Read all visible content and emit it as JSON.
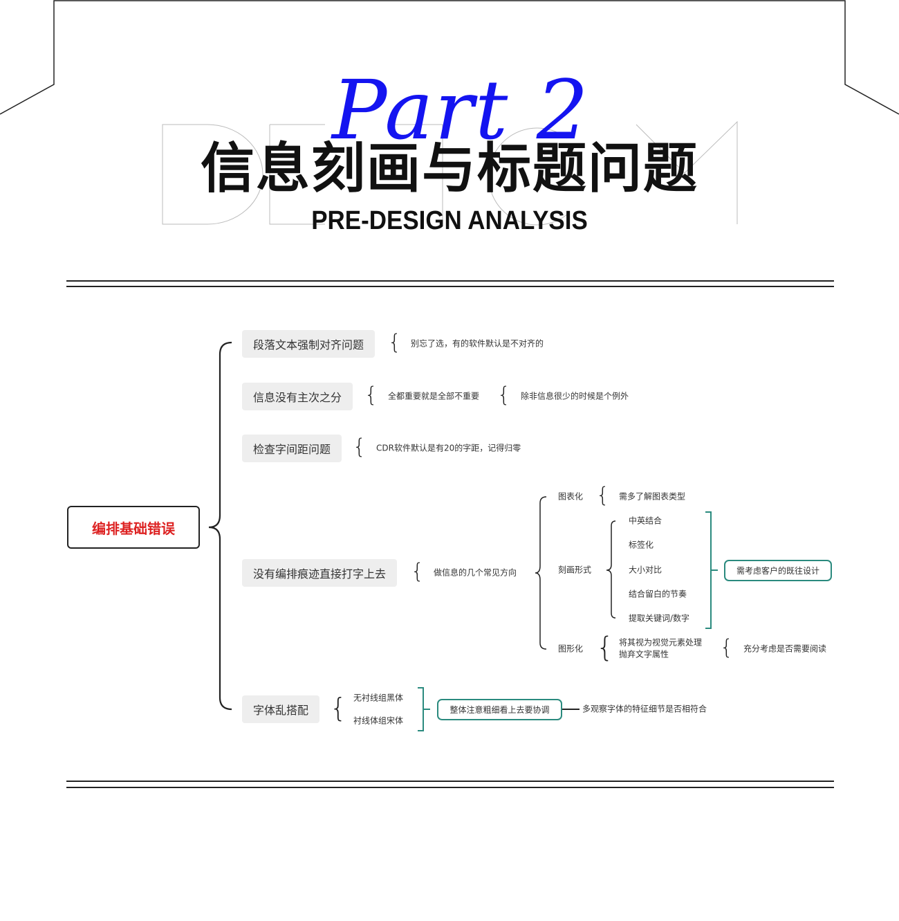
{
  "header": {
    "part": "Part 2",
    "title": "信息刻画与标题问题",
    "subtitle": "PRE-DESIGN ANALYSIS"
  },
  "colors": {
    "accent_blue": "#1414f0",
    "root_red": "#dd2222",
    "teal": "#2a8a7e",
    "node_bg": "#eeeeee"
  },
  "mindmap": {
    "root": "编排基础错误",
    "branches": [
      {
        "label": "段落文本强制对齐问题",
        "notes": [
          "别忘了选，有的软件默认是不对齐的"
        ]
      },
      {
        "label": "信息没有主次之分",
        "notes": [
          "全都重要就是全部不重要",
          "除非信息很少的时候是个例外"
        ]
      },
      {
        "label": "检查字间距问题",
        "notes": [
          "CDR软件默认是有20的字距，记得归零"
        ]
      },
      {
        "label": "没有编排痕迹直接打字上去",
        "notes": [
          "做信息的几个常见方向"
        ],
        "directions": [
          {
            "label": "图表化",
            "note": "需多了解图表类型"
          },
          {
            "label": "刻画形式",
            "items": [
              "中英结合",
              "标签化",
              "大小对比",
              "结合留白的节奏",
              "提取关键词/数字"
            ],
            "summary": "需考虑客户的既往设计"
          },
          {
            "label": "图形化",
            "notes": [
              "将其视为视觉元素处理",
              "抛弃文字属性"
            ],
            "note2": "充分考虑是否需要阅读"
          }
        ]
      },
      {
        "label": "字体乱搭配",
        "items": [
          "无衬线组黑体",
          "衬线体组宋体"
        ],
        "summary": "整体注意粗细看上去要协调",
        "note": "多观察字体的特征细节是否相符合"
      }
    ]
  }
}
